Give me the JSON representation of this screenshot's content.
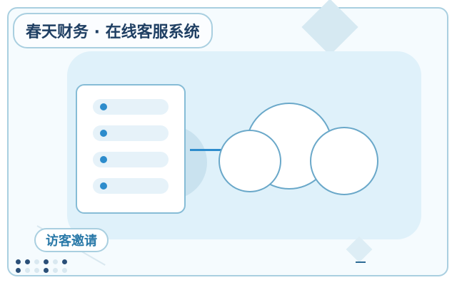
{
  "header": {
    "title": "春天财务 · 在线客服系统"
  },
  "actions": {
    "invite_label": "访客邀请"
  },
  "icons": {
    "list": "list-card-icon",
    "cloud": "cloud-icon",
    "dots": "dot-pattern"
  },
  "colors": {
    "accent": "#2d8ccc",
    "title_text": "#1f3f63",
    "border": "#a9cfe0",
    "panel": "#dff1fa"
  }
}
